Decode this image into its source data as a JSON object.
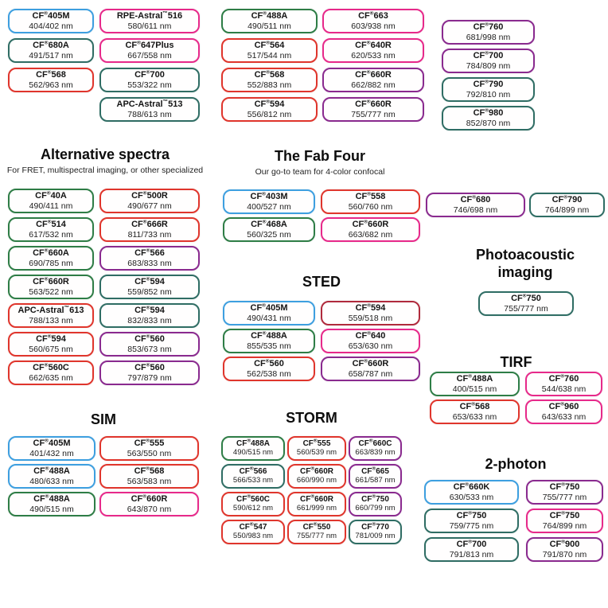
{
  "palette": {
    "blue": "#3d9fe0",
    "teal": "#2f6d64",
    "green": "#2e7d46",
    "red": "#e0352c",
    "crimson": "#b02a3c",
    "pink": "#e7298a",
    "purple": "#8a2a8f"
  },
  "headings": {
    "alternative": {
      "title": "Alternative spectra",
      "subtitle": "For FRET, multispectral imaging, or other specialized"
    },
    "fab_four": {
      "title": "The Fab Four",
      "subtitle": "Our go-to team for 4-color confocal"
    },
    "photoacoustic": {
      "title": "Photoacoustic imaging"
    },
    "sted": {
      "title": "STED"
    },
    "tirf": {
      "title": "TIRF"
    },
    "sim": {
      "title": "SIM"
    },
    "storm": {
      "title": "STORM"
    },
    "two_photon": {
      "title": "2-photon"
    }
  },
  "sections": {
    "top_a": {
      "pills": [
        {
          "name": "CF®405M",
          "range": "404/402 nm",
          "color": "blue"
        },
        {
          "name": "CF®680A",
          "range": "491/517 nm",
          "color": "teal"
        },
        {
          "name": "CF®568",
          "range": "562/963 nm",
          "color": "red"
        }
      ]
    },
    "top_b": {
      "pills": [
        {
          "name": "RPE-Astral™516",
          "range": "580/611 nm",
          "color": "pink"
        },
        {
          "name": "CF®647Plus",
          "range": "667/558 nm",
          "color": "pink"
        },
        {
          "name": "CF®700",
          "range": "553/322 nm",
          "color": "teal"
        },
        {
          "name": "APC-Astral™513",
          "range": "788/613 nm",
          "color": "teal"
        }
      ]
    },
    "top_c": {
      "pills": [
        {
          "name": "CF®488A",
          "range": "490/511 nm",
          "color": "green"
        },
        {
          "name": "CF®564",
          "range": "517/544 nm",
          "color": "red"
        },
        {
          "name": "CF®568",
          "range": "552/883 nm",
          "color": "red"
        },
        {
          "name": "CF®594",
          "range": "556/812 nm",
          "color": "red"
        }
      ]
    },
    "top_d": {
      "pills": [
        {
          "name": "CF®663",
          "range": "603/938 nm",
          "color": "pink"
        },
        {
          "name": "CF®640R",
          "range": "620/533 nm",
          "color": "pink"
        },
        {
          "name": "CF®660R",
          "range": "662/882 nm",
          "color": "purple"
        },
        {
          "name": "CF®660R",
          "range": "755/777 nm",
          "color": "purple"
        }
      ]
    },
    "top_e": {
      "pills": [
        {
          "name": "CF®760",
          "range": "681/998 nm",
          "color": "purple"
        },
        {
          "name": "CF®700",
          "range": "784/809 nm",
          "color": "purple"
        },
        {
          "name": "CF®790",
          "range": "792/810 nm",
          "color": "teal"
        },
        {
          "name": "CF®980",
          "range": "852/870 nm",
          "color": "teal"
        }
      ]
    },
    "alt_left": {
      "pills": [
        {
          "name": "CF®40A",
          "range": "490/411 nm",
          "color": "green"
        },
        {
          "name": "CF®514",
          "range": "617/532 nm",
          "color": "green"
        },
        {
          "name": "CF®660A",
          "range": "690/785 nm",
          "color": "green"
        },
        {
          "name": "CF®660R",
          "range": "563/522 nm",
          "color": "green"
        },
        {
          "name": "APC-Astral™613",
          "range": "788/133 nm",
          "color": "red"
        },
        {
          "name": "CF®594",
          "range": "560/675 nm",
          "color": "red"
        },
        {
          "name": "CF®560C",
          "range": "662/635 nm",
          "color": "red"
        }
      ]
    },
    "alt_right": {
      "pills": [
        {
          "name": "CF®500R",
          "range": "490/677 nm",
          "color": "red"
        },
        {
          "name": "CF®666R",
          "range": "811/733 nm",
          "color": "red"
        },
        {
          "name": "CF®566",
          "range": "683/833 nm",
          "color": "purple"
        },
        {
          "name": "CF®594",
          "range": "559/852 nm",
          "color": "teal"
        },
        {
          "name": "CF®594",
          "range": "832/833 nm",
          "color": "teal"
        },
        {
          "name": "CF®560",
          "range": "853/673 nm",
          "color": "purple"
        },
        {
          "name": "CF®560",
          "range": "797/879 nm",
          "color": "purple"
        }
      ]
    },
    "fab_four": {
      "pills": [
        {
          "name": "CF®403M",
          "range": "400/527 nm",
          "color": "blue"
        },
        {
          "name": "CF®558",
          "range": "560/760 nm",
          "color": "red"
        },
        {
          "name": "CF®468A",
          "range": "560/325 nm",
          "color": "green"
        },
        {
          "name": "CF®660R",
          "range": "663/682 nm",
          "color": "pink"
        }
      ]
    },
    "right_mid": {
      "pills": [
        {
          "name": "CF®680",
          "range": "746/698 nm",
          "color": "purple"
        },
        {
          "name": "CF®790",
          "range": "764/899 nm",
          "color": "teal"
        }
      ]
    },
    "photoacoustic": {
      "pills": [
        {
          "name": "CF®750",
          "range": "755/777 nm",
          "color": "teal"
        }
      ]
    },
    "sted": {
      "pills": [
        {
          "name": "CF®405M",
          "range": "490/431 nm",
          "color": "blue"
        },
        {
          "name": "CF®594",
          "range": "559/518 nm",
          "color": "crimson"
        },
        {
          "name": "CF®488A",
          "range": "855/535 nm",
          "color": "green"
        },
        {
          "name": "CF®640",
          "range": "653/630 nm",
          "color": "pink"
        },
        {
          "name": "CF®560",
          "range": "562/538 nm",
          "color": "red"
        },
        {
          "name": "CF®660R",
          "range": "658/787 nm",
          "color": "purple"
        }
      ]
    },
    "tirf": {
      "pills": [
        {
          "name": "CF®488A",
          "range": "400/515 nm",
          "color": "green"
        },
        {
          "name": "CF®760",
          "range": "544/638 nm",
          "color": "pink"
        },
        {
          "name": "CF®568",
          "range": "653/633 nm",
          "color": "red"
        },
        {
          "name": "CF®960",
          "range": "643/633 nm",
          "color": "pink"
        }
      ]
    },
    "sim": {
      "pills": [
        {
          "name": "CF®405M",
          "range": "401/432 nm",
          "color": "blue"
        },
        {
          "name": "CF®555",
          "range": "563/550 nm",
          "color": "red"
        },
        {
          "name": "CF®488A",
          "range": "480/633 nm",
          "color": "blue"
        },
        {
          "name": "CF®568",
          "range": "563/583 nm",
          "color": "red"
        },
        {
          "name": "CF®488A",
          "range": "490/515 nm",
          "color": "green"
        },
        {
          "name": "CF®660R",
          "range": "643/870 nm",
          "color": "pink"
        }
      ]
    },
    "storm": {
      "pills": [
        {
          "name": "CF®488A",
          "range": "490/515 nm",
          "color": "green"
        },
        {
          "name": "CF®555",
          "range": "560/539 nm",
          "color": "red"
        },
        {
          "name": "CF®660C",
          "range": "663/839 nm",
          "color": "purple"
        },
        {
          "name": "CF®566",
          "range": "566/533 nm",
          "color": "teal"
        },
        {
          "name": "CF®660R",
          "range": "660/990 nm",
          "color": "red"
        },
        {
          "name": "CF®665",
          "range": "661/587 nm",
          "color": "purple"
        },
        {
          "name": "CF®560C",
          "range": "590/612 nm",
          "color": "red"
        },
        {
          "name": "CF®660R",
          "range": "661/999 nm",
          "color": "red"
        },
        {
          "name": "CF®750",
          "range": "660/799 nm",
          "color": "purple"
        },
        {
          "name": "CF®547",
          "range": "550/983 nm",
          "color": "red"
        },
        {
          "name": "CF®550",
          "range": "755/777 nm",
          "color": "red"
        },
        {
          "name": "CF®770",
          "range": "781/009 nm",
          "color": "teal"
        }
      ]
    },
    "two_photon": {
      "pills": [
        {
          "name": "CF®660K",
          "range": "630/533 nm",
          "color": "blue"
        },
        {
          "name": "CF®750",
          "range": "755/777 nm",
          "color": "purple"
        },
        {
          "name": "CF®750",
          "range": "759/775 nm",
          "color": "teal"
        },
        {
          "name": "CF®750",
          "range": "764/899 nm",
          "color": "pink"
        },
        {
          "name": "CF®700",
          "range": "791/813 nm",
          "color": "teal"
        },
        {
          "name": "CF®900",
          "range": "791/870 nm",
          "color": "purple"
        }
      ]
    }
  }
}
